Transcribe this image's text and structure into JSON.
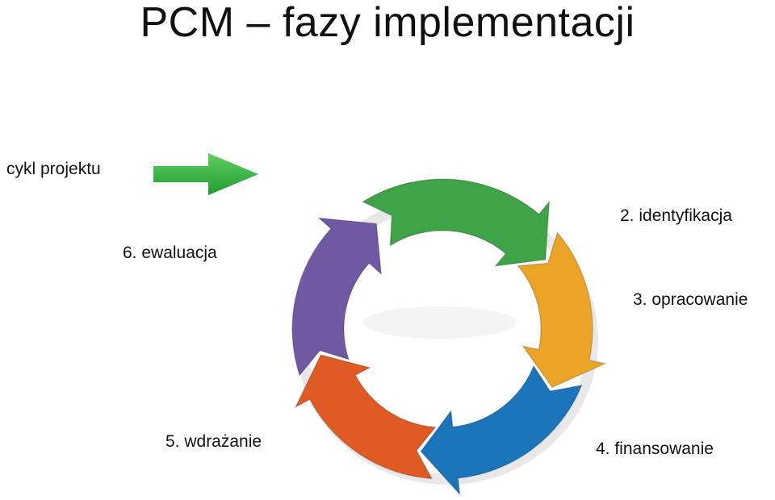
{
  "title": "PCM – fazy implementacji",
  "legend": {
    "label": "cykl projektu",
    "arrow_color": "#3aa843",
    "arrow_icon": "right-arrow-icon"
  },
  "cycle": {
    "phases": [
      {
        "label": "2. identyfikacja",
        "color": "#3ea447"
      },
      {
        "label": "3. opracowanie",
        "color": "#eba426"
      },
      {
        "label": "4. finansowanie",
        "color": "#1a75bb"
      },
      {
        "label": "5. wdrażanie",
        "color": "#e05a24"
      },
      {
        "label": "6. ewaluacja",
        "color": "#7158a2"
      }
    ]
  }
}
